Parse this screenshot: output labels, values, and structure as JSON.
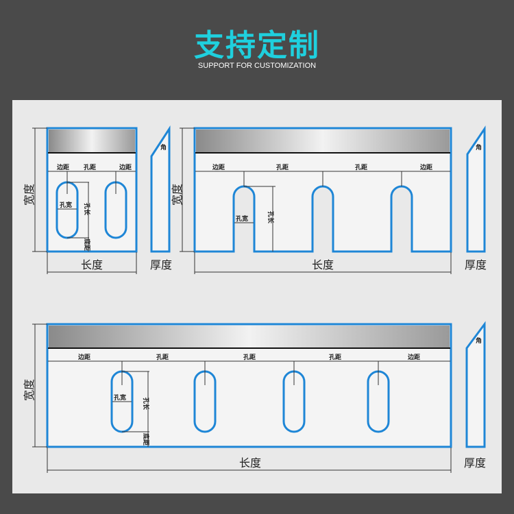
{
  "header": {
    "title": "支持定制",
    "subtitle": "SUPPORT FOR CUSTOMIZATION"
  },
  "labels": {
    "width": "宽度",
    "length": "长度",
    "thickness": "厚度",
    "edge_distance": "边距",
    "hole_distance": "孔距",
    "hole_width": "孔宽",
    "hole_length": "孔长",
    "bottom_distance": "底距",
    "angle": "角"
  },
  "colors": {
    "title": "#1fd0de",
    "outline": "#1e86d6",
    "panel": "#e9e9e9",
    "background": "#4a4a4a"
  }
}
